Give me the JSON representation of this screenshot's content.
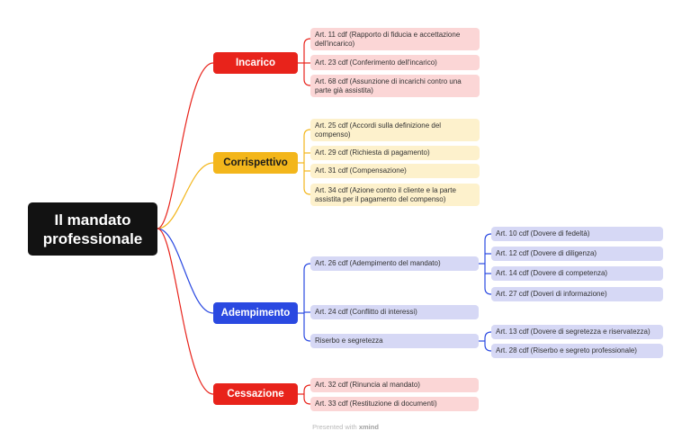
{
  "colors": {
    "incarico": "#e8231b",
    "corrispettivo": "#f3b61b",
    "adempimento": "#2a49e1",
    "cessazione": "#e8231b",
    "root": "#121212",
    "leaf_pink": "#fbd6d6",
    "leaf_cream": "#fdf1cc",
    "leaf_lavender": "#d6d8f5"
  },
  "root": {
    "line1": "Il mandato",
    "line2": "professionale"
  },
  "incarico": {
    "label": "Incarico",
    "items": [
      {
        "line1": "Art. 11 cdf (Rapporto di fiducia e accettazione",
        "line2": "dell'incarico)"
      },
      {
        "line1": "Art. 23 cdf (Conferimento dell'incarico)",
        "line2": ""
      },
      {
        "line1": "Art. 68 cdf (Assunzione di incarichi contro una",
        "line2": "parte già assistita)"
      }
    ]
  },
  "corrispettivo": {
    "label": "Corrispettivo",
    "items": [
      {
        "line1": "Art. 25 cdf (Accordi sulla definizione del",
        "line2": "compenso)"
      },
      {
        "line1": "Art. 29 cdf (Richiesta di pagamento)",
        "line2": ""
      },
      {
        "line1": "Art. 31 cdf (Compensazione)",
        "line2": ""
      },
      {
        "line1": "Art. 34 cdf (Azione contro il cliente e la parte",
        "line2": "assistita per il pagamento del compenso)"
      }
    ]
  },
  "adempimento": {
    "label": "Adempimento",
    "items": [
      {
        "label": "Art. 26 cdf (Adempimento del mandato)",
        "children": [
          "Art. 10 cdf (Dovere di fedeltà)",
          "Art. 12 cdf (Dovere di diligenza)",
          "Art. 14 cdf (Dovere di competenza)",
          "Art. 27 cdf (Doveri di informazione)"
        ]
      },
      {
        "label": "Art. 24 cdf (Conflitto di interessi)",
        "children": []
      },
      {
        "label": "Riserbo e segretezza",
        "children": [
          "Art. 13 cdf (Dovere di segretezza e riservatezza)",
          "Art. 28 cdf (Riserbo e segreto professionale)"
        ]
      }
    ]
  },
  "cessazione": {
    "label": "Cessazione",
    "items": [
      {
        "line1": "Art. 32 cdf (Rinuncia al mandato)",
        "line2": ""
      },
      {
        "line1": "Art. 33 cdf (Restituzione di documenti)",
        "line2": ""
      }
    ]
  },
  "footer": {
    "prefix": "Presented with",
    "brand": "xmind"
  }
}
